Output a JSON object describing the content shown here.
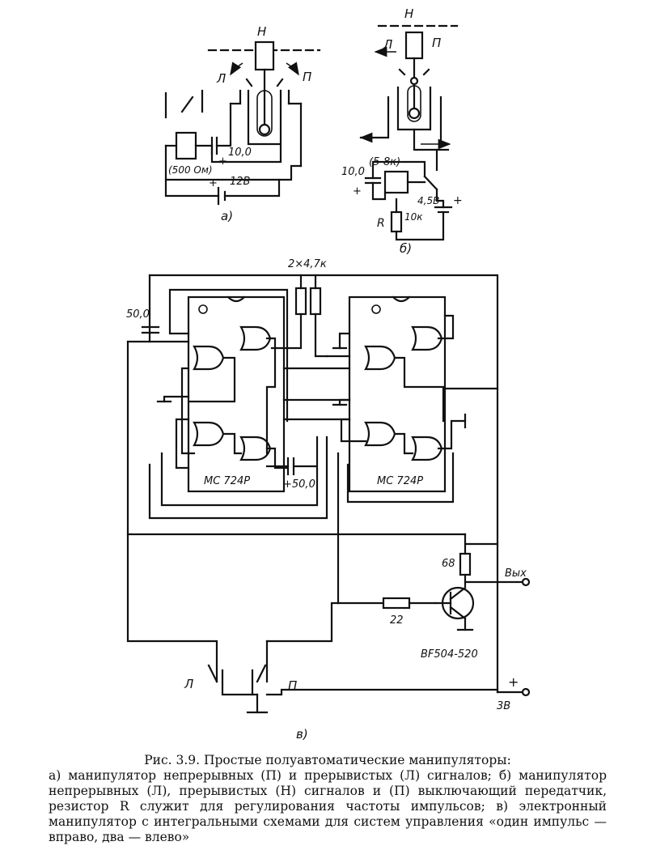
{
  "figure": {
    "caption_title": "Рис. 3.9. Простые полуавтоматические манипуляторы:",
    "caption_body": "а) манипулятор непрерывных (П) и прерывистых (Л) сигналов; б) манипулятор непрерывных (Л), прерывистых (Н) сигналов и (П) выключающий передатчик, резистор R служит для регулирования частоты импульсов; в) электронный манипулятор с интегральными схемами для систем управления «один импульс — вправо, два — влево»"
  },
  "panel_a": {
    "label": "а)",
    "label_H": "Н",
    "label_L": "Л",
    "label_P": "П",
    "cap": "10,0",
    "relay": "(500 Ом)",
    "battery": "12В",
    "plus1": "+",
    "plus2": "+"
  },
  "panel_b": {
    "label": "б)",
    "label_H": "Н",
    "label_L": "Л",
    "label_P": "П",
    "relay": "(5-8к)",
    "cap": "10,0",
    "battery": "4,5В",
    "res_name": "R",
    "res_value": "10к",
    "plus1": "+",
    "plus2": "+"
  },
  "panel_c": {
    "label": "в)",
    "res_pair": "2×4,7к",
    "cap1": "50,0",
    "cap2": "+50,0",
    "ic1": "МС   724Р",
    "ic2": "МС 724Р",
    "r68": "68",
    "r22": "22",
    "out": "Вых",
    "transistor": "BF504-520",
    "supply": "3В",
    "plus": "+",
    "label_L": "Л",
    "label_P": "П"
  }
}
